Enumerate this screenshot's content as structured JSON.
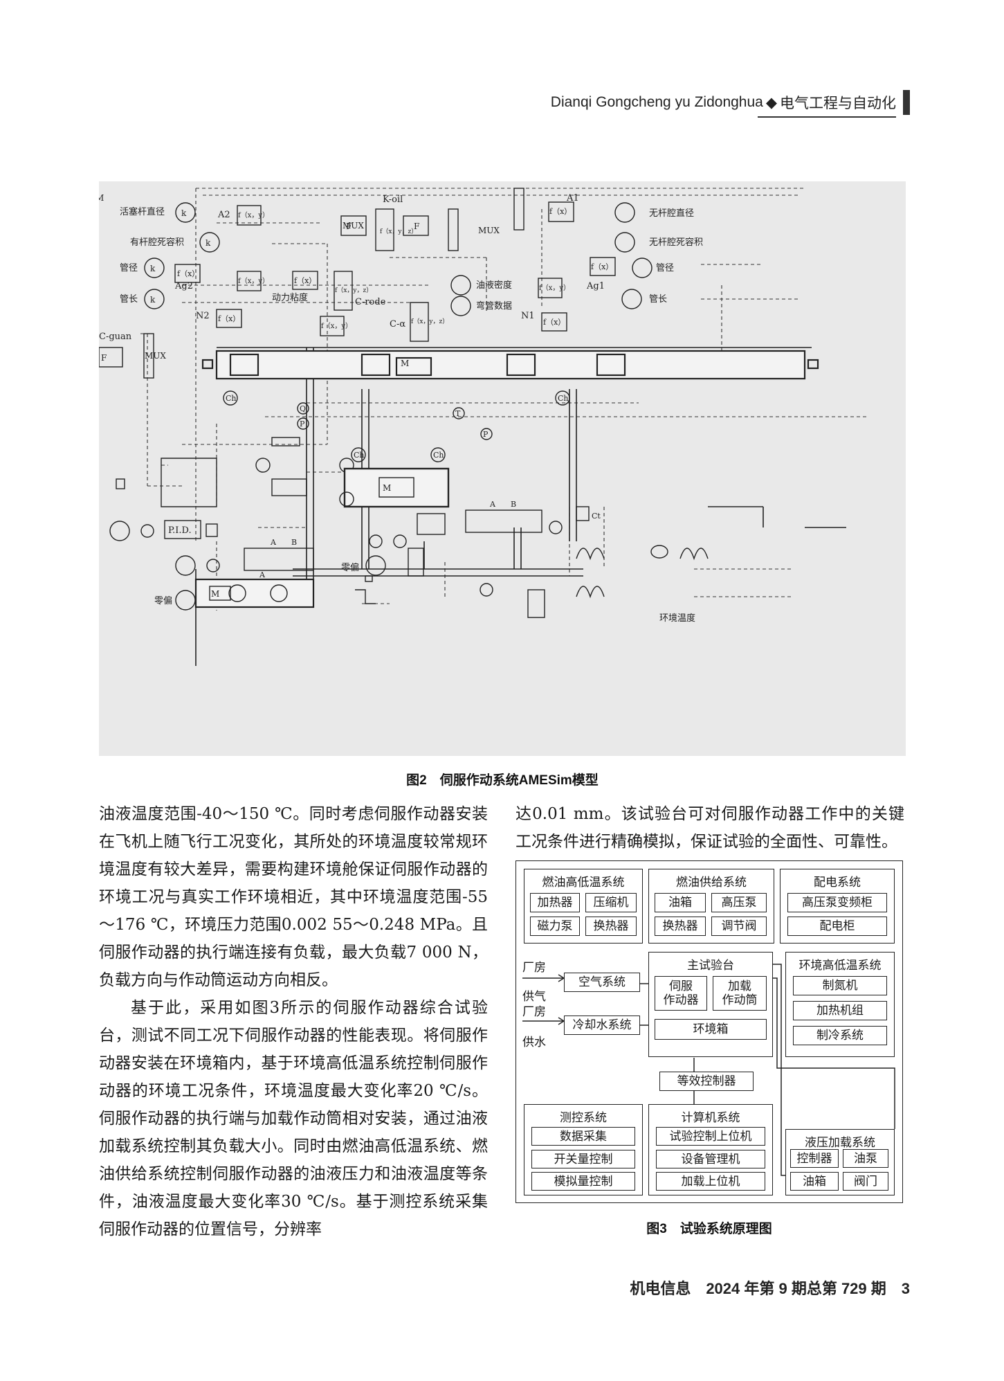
{
  "header": {
    "pinyin": "Dianqi Gongcheng yu Zidonghua",
    "diamond": "◆",
    "journal_cn": "电气工程与自动化"
  },
  "figure2": {
    "caption": "图2　伺服作动系统AMESim模型",
    "labels": {
      "piston_rod_dia": "活塞杆直径",
      "rod_cavity_dead_vol": "有杆腔死容积",
      "pipe_dia_left": "管径",
      "pipe_len_left": "管长",
      "c_guan": "C-guan",
      "a2": "A2",
      "ag2": "Ag2",
      "n2": "N2",
      "k_oil": "K-oil",
      "dyn_visc": "动力粘度",
      "c_rode": "C-rode",
      "oil_density": "油液密度",
      "bend_data": "弯管数据",
      "c_alpha": "C-α",
      "n1": "N1",
      "ag1": "Ag1",
      "a1": "A1",
      "rodless_dia": "无杆腔直径",
      "rodless_dead_vol": "无杆腔死容积",
      "pipe_dia_right": "管径",
      "pipe_len_right": "管长",
      "zero_bias_left": "零偏",
      "zero_bias_mid": "零偏",
      "pid": "P.I.D.",
      "env_temp": "环境温度",
      "m": "M",
      "k": "k",
      "fx": "f（x）",
      "fxy": "f（x，y）",
      "fxyz": "f（x，y，z）",
      "mux": "MUX",
      "ch": "Ch",
      "q": "Q",
      "p": "P",
      "t": "T",
      "ct": "Ct",
      "a": "A",
      "b": "B",
      "f": "F"
    }
  },
  "body_left": [
    "油液温度范围-40～150 ℃。同时考虑伺服作动器安装在飞机上随飞行工况变化，其所处的环境温度较常规环境温度有较大差异，需要构建环境舱保证伺服作动器的环境工况与真实工作环境相近，其中环境温度范围-55～176 ℃，环境压力范围0.002 55～0.248 MPa。且伺服作动器的执行端连接有负载，最大负载7 000 N，负载方向与作动筒运动方向相反。",
    "基于此，采用如图3所示的伺服作动器综合试验台，测试不同工况下伺服作动器的性能表现。将伺服作动器安装在环境箱内，基于环境高低温系统控制伺服作动器的环境工况条件，环境温度最大变化率20 ℃/s。伺服作动器的执行端与加载作动筒相对安装，通过油液加载系统控制其负载大小。同时由燃油高低温系统、燃油供给系统控制伺服作动器的油液压力和油液温度等条件，油液温度最大变化率30 ℃/s。基于测控系统采集伺服作动器的位置信号，分辨率"
  ],
  "body_right": "达0.01 mm。该试验台可对伺服作动器工作中的关键工况条件进行精确模拟，保证试验的全面性、可靠性。",
  "figure3": {
    "caption": "图3　试验系统原理图",
    "fuel_temp": {
      "title": "燃油高低温系统",
      "items": [
        "加热器",
        "压缩机",
        "磁力泵",
        "换热器"
      ]
    },
    "fuel_supply": {
      "title": "燃油供给系统",
      "items": [
        "油箱",
        "高压泵",
        "换热器",
        "调节阀"
      ]
    },
    "power": {
      "title": "配电系统",
      "items": [
        "高压泵变频柜",
        "配电柜"
      ]
    },
    "main_bench": {
      "title": "主试验台",
      "servo": "伺服\n作动器",
      "load": "加载\n作动筒",
      "env_box": "环境箱"
    },
    "env_temp": {
      "title": "环境高低温系统",
      "items": [
        "制氮机",
        "加热机组",
        "制冷系统"
      ]
    },
    "air": "空气系统",
    "cooling": "冷却水系统",
    "plant_air": "厂房",
    "supply_air": "供气",
    "plant_water": "厂房",
    "supply_water": "供水",
    "equiv_ctrl": "等效控制器",
    "measure": {
      "title": "测控系统",
      "items": [
        "数据采集",
        "开关量控制",
        "模拟量控制"
      ]
    },
    "computer": {
      "title": "计算机系统",
      "items": [
        "试验控制上位机",
        "设备管理机",
        "加载上位机"
      ]
    },
    "hydraulic": {
      "title": "液压加载系统",
      "items": [
        "控制器",
        "油泵",
        "油箱",
        "阀门"
      ]
    }
  },
  "footer": "机电信息　2024 年第 9 期总第 729 期　3"
}
